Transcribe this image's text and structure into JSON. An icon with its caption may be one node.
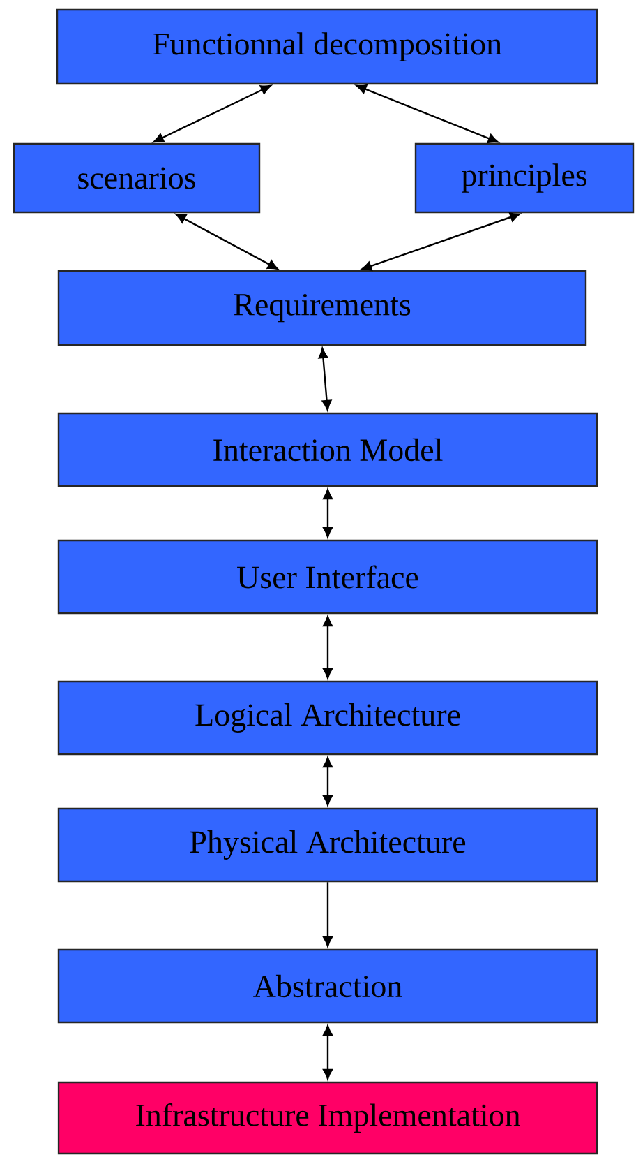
{
  "diagram": {
    "nodes": [
      {
        "text": [
          "Functionnal decomposition"
        ]
      },
      {
        "text": [
          "scenarios"
        ]
      },
      {
        "text": [
          "principles"
        ]
      },
      {
        "text": [
          "Requirements"
        ]
      },
      {
        "text": [
          "Interaction Model"
        ]
      },
      {
        "text": [
          "User Interface"
        ]
      },
      {
        "text": [
          "Logical Architecture"
        ]
      },
      {
        "text": [
          "Physical Architecture"
        ]
      },
      {
        "text": [
          "Abstraction"
        ]
      },
      {
        "text": [
          "Infrastructure Implementation"
        ]
      }
    ],
    "edges": [
      {
        "from": 0,
        "to": 1,
        "arrow": "both"
      },
      {
        "from": 0,
        "to": 2,
        "arrow": "both"
      },
      {
        "from": 1,
        "to": 3,
        "arrow": "both"
      },
      {
        "from": 2,
        "to": 3,
        "arrow": "both"
      },
      {
        "from": 3,
        "to": 4,
        "arrow": "both"
      },
      {
        "from": 4,
        "to": 5,
        "arrow": "both"
      },
      {
        "from": 5,
        "to": 6,
        "arrow": "both"
      },
      {
        "from": 6,
        "to": 7,
        "arrow": "both"
      },
      {
        "from": 7,
        "to": 8,
        "arrow": "to"
      },
      {
        "from": 8,
        "to": 9,
        "arrow": "both"
      }
    ]
  }
}
